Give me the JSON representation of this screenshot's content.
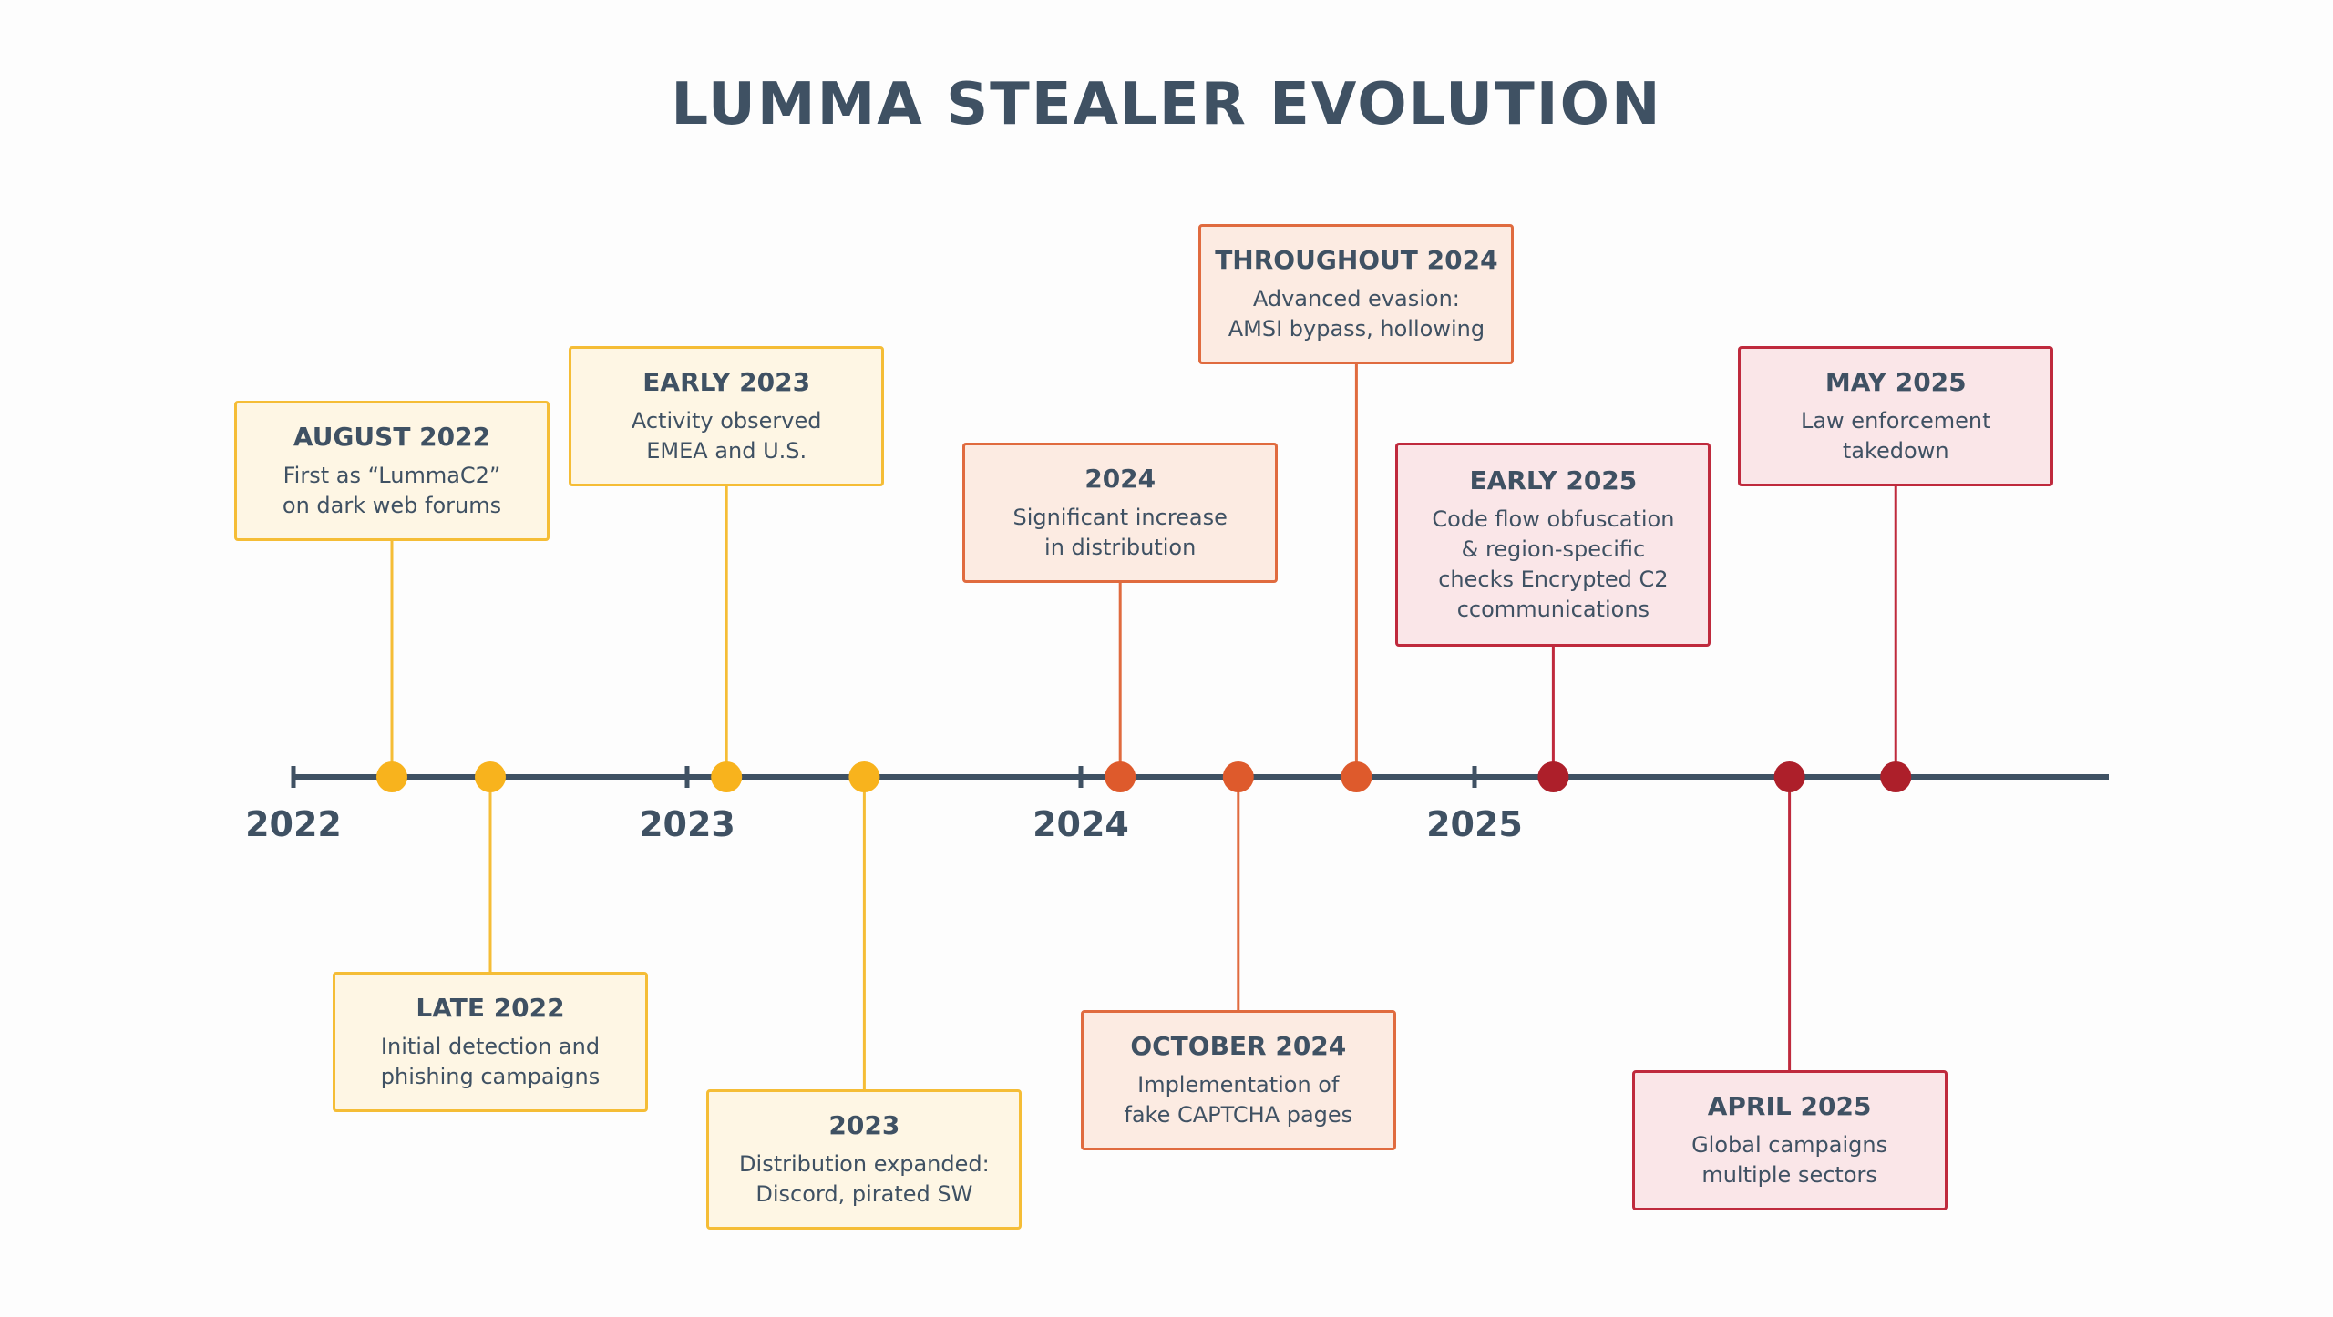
{
  "title": "LUMMA STEALER EVOLUTION",
  "colors": {
    "axis": "#3f5163",
    "y2022": {
      "dot": "#f8b31d",
      "border": "#f5bd36",
      "fill": "#fef6e4"
    },
    "y2024": {
      "dot": "#de5a2c",
      "border": "#e06b3f",
      "fill": "#fcebe2"
    },
    "y2025": {
      "dot": "#ad1f2a",
      "border": "#bf2a3d",
      "fill": "#fae6e8"
    }
  },
  "axis": {
    "years": [
      {
        "label": "2022",
        "value": 2022
      },
      {
        "label": "2023",
        "value": 2023
      },
      {
        "label": "2024",
        "value": 2024
      },
      {
        "label": "2025",
        "value": 2025
      }
    ]
  },
  "events": [
    {
      "title": "AUGUST 2022",
      "lines": [
        "First as “LummaC2”",
        "on dark web forums"
      ],
      "time": 2022.25,
      "side": "above",
      "palette": "y2022"
    },
    {
      "title": "LATE 2022",
      "lines": [
        "Initial detection and",
        "phishing campaigns"
      ],
      "time": 2022.5,
      "side": "below",
      "palette": "y2022"
    },
    {
      "title": "EARLY 2023",
      "lines": [
        "Activity observed",
        "EMEA and U.S."
      ],
      "time": 2023.1,
      "side": "above",
      "palette": "y2022"
    },
    {
      "title": "2023",
      "lines": [
        "Distribution expanded:",
        "Discord, pirated SW"
      ],
      "time": 2023.45,
      "side": "below",
      "palette": "y2022"
    },
    {
      "title": "2024",
      "lines": [
        "Significant increase",
        "in distribution"
      ],
      "time": 2024.1,
      "side": "above",
      "palette": "y2024"
    },
    {
      "title": "OCTOBER 2024",
      "lines": [
        "Implementation of",
        "fake CAPTCHA pages"
      ],
      "time": 2024.4,
      "side": "below",
      "palette": "y2024"
    },
    {
      "title": "THROUGHOUT 2024",
      "lines": [
        "Advanced evasion:",
        "AMSI bypass, hollowing"
      ],
      "time": 2024.7,
      "side": "above",
      "palette": "y2024"
    },
    {
      "title": "EARLY 2025",
      "lines": [
        "Code flow obfuscation",
        "& region-specific",
        "checks Encrypted C2",
        "ccommunications"
      ],
      "time": 2025.2,
      "side": "above",
      "palette": "y2025"
    },
    {
      "title": "APRIL 2025",
      "lines": [
        "Global campaigns",
        "multiple sectors"
      ],
      "time": 2025.8,
      "side": "below",
      "palette": "y2025"
    },
    {
      "title": "MAY 2025",
      "lines": [
        "Law enforcement",
        "takedown"
      ],
      "time": 2026.07,
      "side": "above",
      "palette": "y2025"
    }
  ]
}
